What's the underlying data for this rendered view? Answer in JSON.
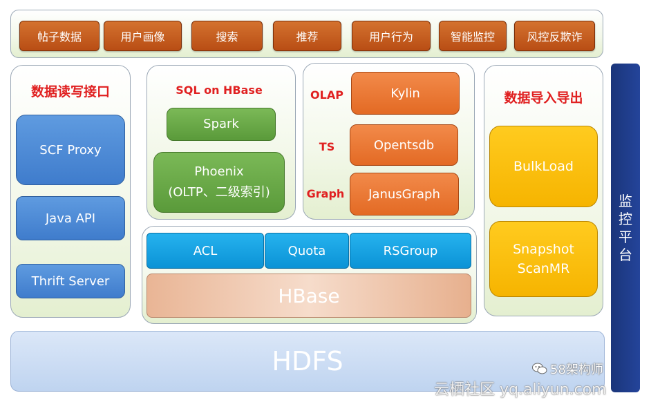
{
  "top_bar": {
    "items": [
      "帖子数据",
      "用户画像",
      "搜索",
      "推荐",
      "用户行为",
      "智能监控",
      "风控反欺诈"
    ]
  },
  "data_rw": {
    "title": "数据读写接口",
    "items": [
      "SCF Proxy",
      "Java API",
      "Thrift Server"
    ]
  },
  "sql_on_hbase": {
    "title": "SQL on HBase",
    "spark": "Spark",
    "phoenix": "Phoenix\n(OLTP、二级索引)"
  },
  "olap_group": {
    "rows": [
      {
        "label": "OLAP",
        "system": "Kylin"
      },
      {
        "label": "TS",
        "system": "Opentsdb"
      },
      {
        "label": "Graph",
        "system": "JanusGraph"
      }
    ]
  },
  "import_export": {
    "title": "数据导入导出",
    "bulkload": "BulkLoad",
    "snapshot": "Snapshot\nScanMR"
  },
  "hbase_group": {
    "features": [
      "ACL",
      "Quota",
      "RSGroup"
    ],
    "hbase": "HBase"
  },
  "hdfs": "HDFS",
  "monitor": "监\n控\n平\n台",
  "watermark": {
    "wechat": "58架构师",
    "site": "云栖社区 yq.aliyun.com"
  },
  "colors": {
    "top_button": "#c55a1e",
    "blue_box": "#4a88d6",
    "green_box": "#67a845",
    "orange_box": "#ec7a35",
    "cyan_box": "#13a3e3",
    "yellow_box": "#ffc000",
    "hdfs": "#c9dcf3",
    "monitor": "#1d3a80",
    "red_title": "#e02020"
  }
}
